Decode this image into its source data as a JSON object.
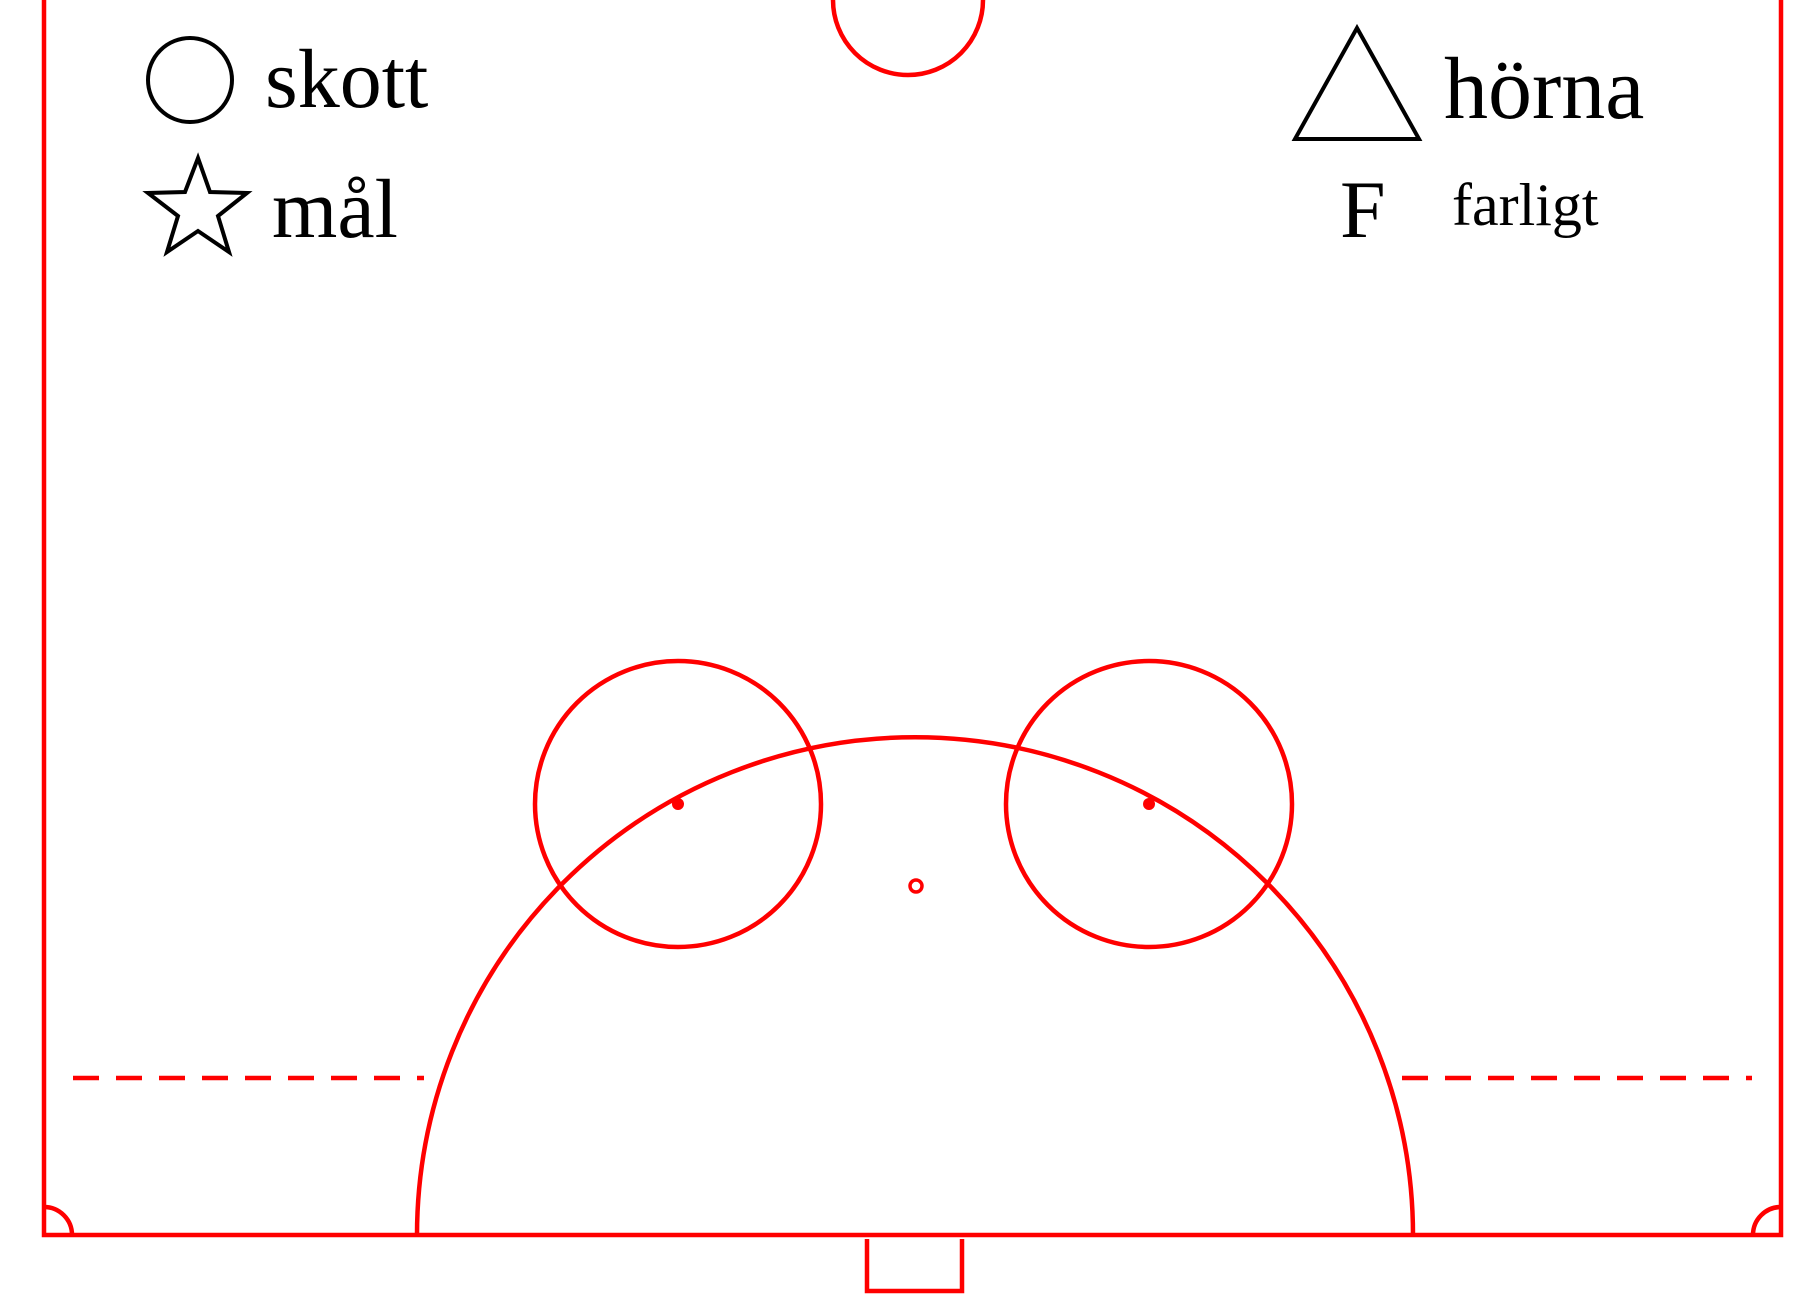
{
  "colors": {
    "rink_lines": "#ff0000",
    "legend_symbols": "#000000",
    "background": "#ffffff"
  },
  "legend": {
    "shot": {
      "icon": "circle-outline",
      "label": "skott"
    },
    "goal": {
      "icon": "star-outline",
      "label": "mål"
    },
    "corner": {
      "icon": "triangle-outline",
      "label": "hörna"
    },
    "dangerous": {
      "symbol": "F",
      "label": "farligt"
    }
  }
}
